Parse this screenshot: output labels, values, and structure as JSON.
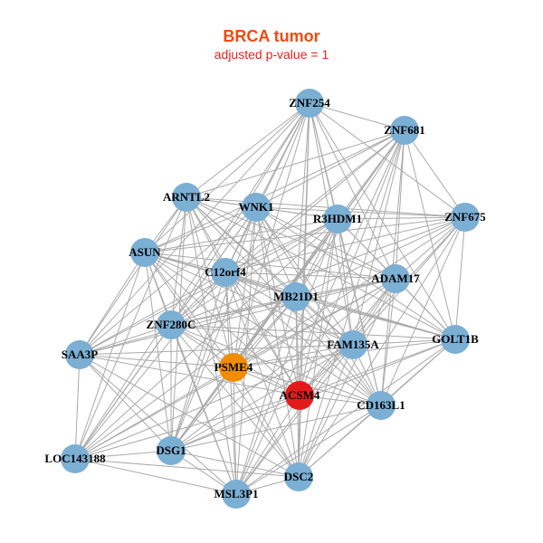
{
  "title": "BRCA tumor",
  "subtitle": "adjusted p-value = 1",
  "colors": {
    "default": "#7BAFD4",
    "orange": "#F28C00",
    "red": "#E31A1C",
    "edge": "#AAAAAA"
  },
  "nodes": [
    {
      "id": "ZNF254",
      "color": "default"
    },
    {
      "id": "ZNF681",
      "color": "default"
    },
    {
      "id": "ARNTL2",
      "color": "default"
    },
    {
      "id": "WNK1",
      "color": "default"
    },
    {
      "id": "R3HDM1",
      "color": "default"
    },
    {
      "id": "ZNF675",
      "color": "default"
    },
    {
      "id": "ASUN",
      "color": "default"
    },
    {
      "id": "C12orf4",
      "color": "default"
    },
    {
      "id": "ADAM17",
      "color": "default"
    },
    {
      "id": "MB21D1",
      "color": "default"
    },
    {
      "id": "ZNF280C",
      "color": "default"
    },
    {
      "id": "GOLT1B",
      "color": "default"
    },
    {
      "id": "FAM135A",
      "color": "default"
    },
    {
      "id": "SAA3P",
      "color": "default"
    },
    {
      "id": "PSME4",
      "color": "orange"
    },
    {
      "id": "ACSM4",
      "color": "red"
    },
    {
      "id": "CD163L1",
      "color": "default"
    },
    {
      "id": "LOC143188",
      "color": "default"
    },
    {
      "id": "DSG1",
      "color": "default"
    },
    {
      "id": "DSC2",
      "color": "default"
    },
    {
      "id": "MSL3P1",
      "color": "default"
    }
  ],
  "missing_edges": [
    [
      "SAA3P",
      "ZNF675"
    ],
    [
      "LOC143188",
      "ZNF675"
    ],
    [
      "LOC143188",
      "GOLT1B"
    ],
    [
      "SAA3P",
      "GOLT1B"
    ],
    [
      "LOC143188",
      "ZNF681"
    ],
    [
      "SAA3P",
      "ZNF681"
    ],
    [
      "MSL3P1",
      "ZNF254"
    ],
    [
      "DSC2",
      "ARNTL2"
    ],
    [
      "LOC143188",
      "CD163L1"
    ],
    [
      "SAA3P",
      "CD163L1"
    ],
    [
      "DSG1",
      "ZNF675"
    ],
    [
      "MSL3P1",
      "ZNF675"
    ]
  ]
}
